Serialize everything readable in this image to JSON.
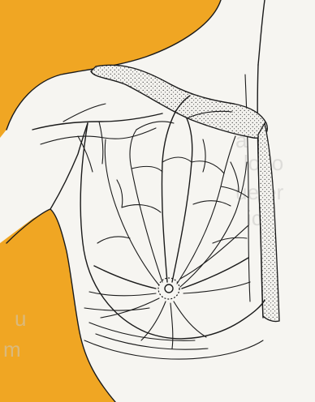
{
  "colors": {
    "background": "#f6f5f1",
    "ochre": "#f0a623",
    "ink": "#1b1b1b",
    "stipple": "#3a3a3a",
    "bleed_text": "#c9c9c6"
  },
  "illustration": {
    "icon": "lymphatic-drainage-drawing",
    "bleed_through_text": [
      "a",
      "logo",
      "ue er",
      "ic",
      "u",
      "m"
    ]
  }
}
